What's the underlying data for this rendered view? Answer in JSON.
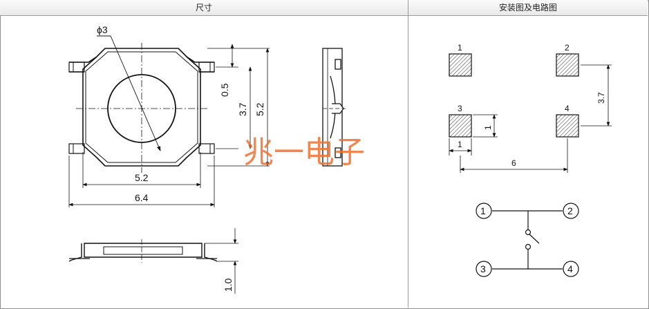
{
  "headers": {
    "left": "尺寸",
    "right": "安装图及电路图"
  },
  "dims": {
    "phi": "ϕ3",
    "d05": "0.5",
    "d37": "3.7",
    "d52v": "5.2",
    "d52h": "5.2",
    "d64": "6.4",
    "d10": "1.0"
  },
  "layout": {
    "pins": [
      "1",
      "2",
      "3",
      "4"
    ],
    "pad_h": "1",
    "pad_w": "1",
    "pitch_v": "3.7",
    "pitch_h": "6"
  },
  "schematic": {
    "t1": "1",
    "t2": "2",
    "t3": "3",
    "t4": "4"
  },
  "watermark": "兆一电子"
}
